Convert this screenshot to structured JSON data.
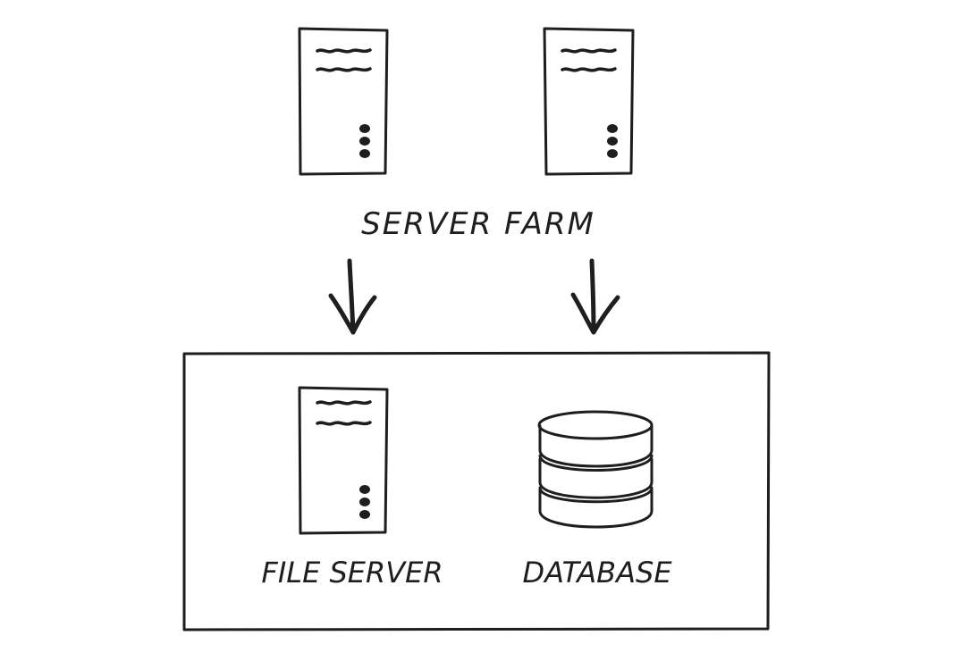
{
  "diagram": {
    "title": "SERVER FARM",
    "file_server_label": "FILE SERVER",
    "database_label": "DATABASE"
  },
  "colors": {
    "ink": "#1e1e1e",
    "background": "#ffffff"
  },
  "icons": [
    "server-icon",
    "server-icon",
    "server-icon",
    "database-icon",
    "arrow-down-icon",
    "arrow-down-icon"
  ]
}
